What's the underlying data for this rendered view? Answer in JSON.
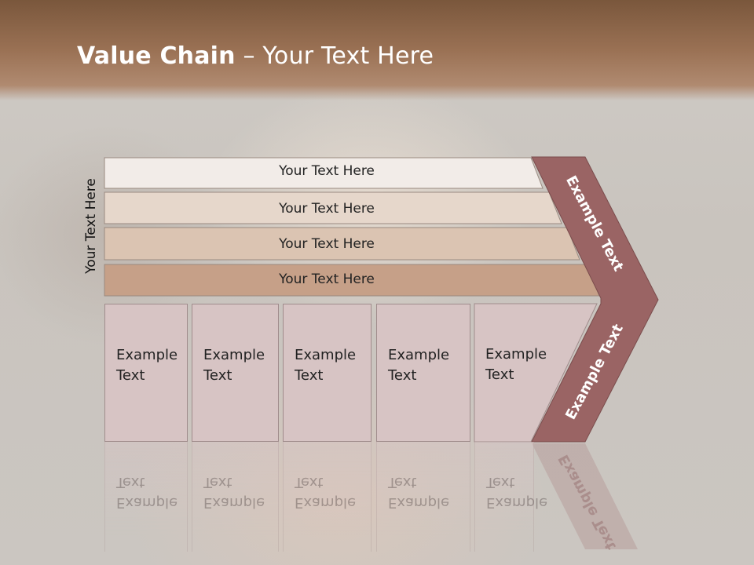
{
  "slide": {
    "title_bold": "Value Chain",
    "title_rest": " – Your Text Here"
  },
  "side_label": "Your Text Here",
  "rows": [
    {
      "label": "Your Text Here",
      "fill": "#f2ece8"
    },
    {
      "label": "Your Text Here",
      "fill": "#e6d7cb"
    },
    {
      "label": "Your Text Here",
      "fill": "#dbc4b2"
    },
    {
      "label": "Your Text Here",
      "fill": "#c6a088"
    }
  ],
  "cells": [
    {
      "label": "Example\nText"
    },
    {
      "label": "Example\nText"
    },
    {
      "label": "Example\nText"
    },
    {
      "label": "Example\nText"
    },
    {
      "label": "Example\nText"
    }
  ],
  "chevron": {
    "upper_label": "Example Text",
    "lower_label": "Example Text",
    "fill": "#9a6464"
  }
}
